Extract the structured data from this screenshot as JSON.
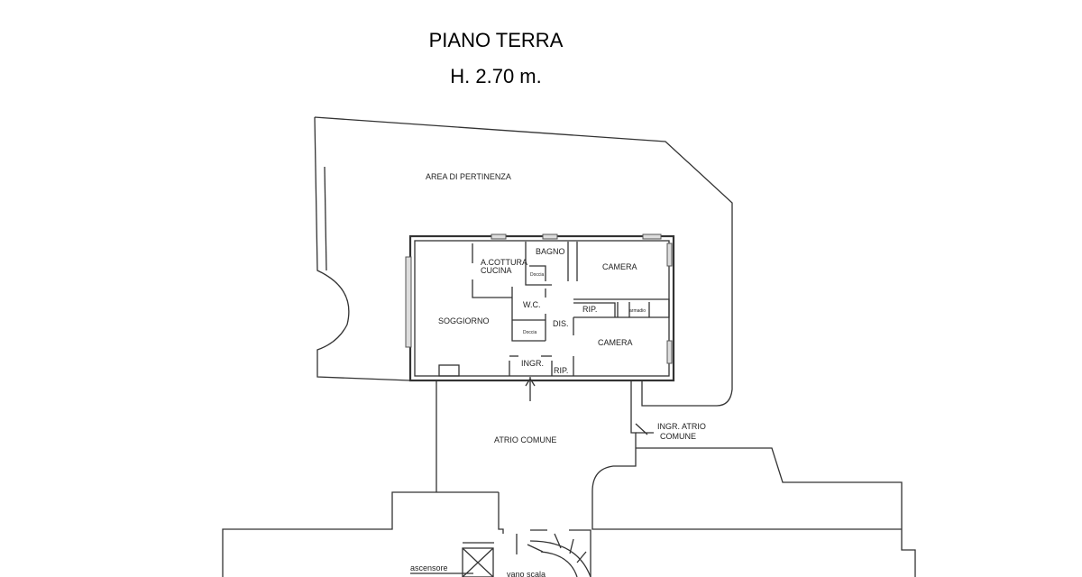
{
  "header": {
    "title": "PIANO TERRA",
    "height": "H. 2.70 m."
  },
  "labels": {
    "area": "AREA DI PERTINENZA",
    "cucina": "A.COTTURA",
    "cucina2": "CUCINA",
    "bagno": "BAGNO",
    "doccia1": "Doccia",
    "doccia2": "Doccia",
    "camera1": "CAMERA",
    "camera2": "CAMERA",
    "wc": "W.C.",
    "rip1": "RIP.",
    "rip2": "RIP.",
    "armadio": "armadio",
    "dis": "DIS.",
    "soggiorno": "SOGGIORNO",
    "ingr": "INGR.",
    "atrio": "ATRIO COMUNE",
    "ingr_atrio": "INGR. ATRIO",
    "ingr_atrio2": "COMUNE",
    "ascensore": "ascensore",
    "vano_scala": "vano scala"
  }
}
